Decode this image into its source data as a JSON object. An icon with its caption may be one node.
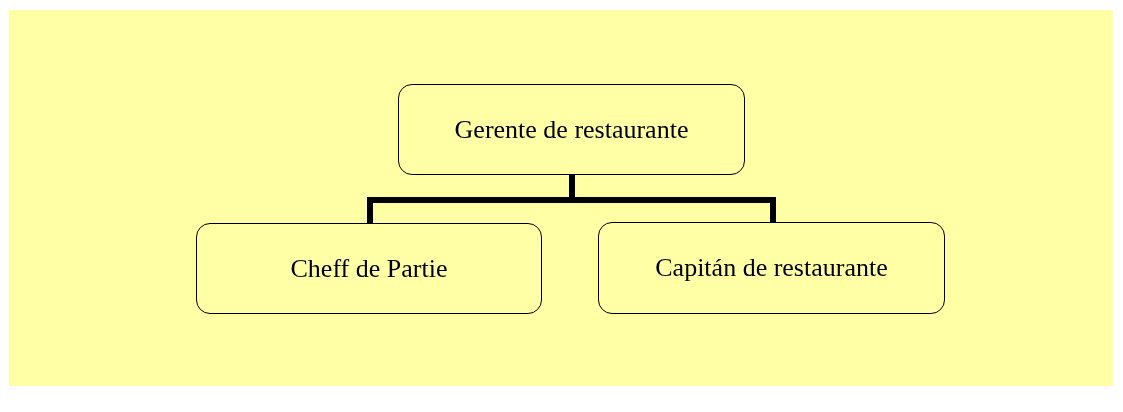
{
  "diagram": {
    "nodes": [
      {
        "text": [
          "Gerente de restaurante"
        ]
      },
      {
        "text": [
          "Cheff de Partie"
        ]
      },
      {
        "text": [
          "Capitán de restaurante"
        ]
      }
    ],
    "edges": [
      {
        "from": 0,
        "to": 1,
        "arrow": "none"
      },
      {
        "from": 0,
        "to": 2,
        "arrow": "none"
      }
    ]
  }
}
